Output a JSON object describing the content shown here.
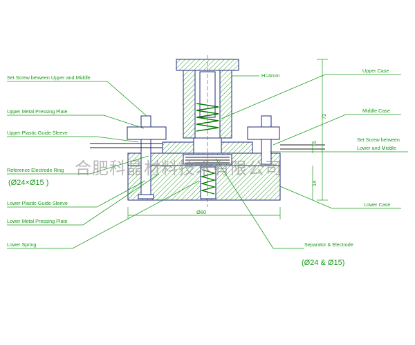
{
  "labels": {
    "set_screw_upper_middle": "Set Screw between Upper and Middle",
    "upper_metal_plate": "Upper Metal Pressing Plate",
    "upper_plastic_sleeve": "Upper Plastic Guide Sleeve",
    "reference_ring": "Reference Electrode Ring",
    "reference_ring_dims": "(Ø24×Ø15  )",
    "lower_plastic_sleeve": "Lower Plastic Guide Sleeve",
    "lower_metal_plate": "Lower Metal Pressing Plate",
    "lower_spring": "Lower Spring",
    "upper_case": "Upper Case",
    "middle_case": "Middle Case",
    "set_screw_lower_middle_1": "Set Screw between",
    "set_screw_lower_middle_2": "Lower and Middle",
    "lower_case": "Lower Case",
    "separator_electrode": "Separator & Electrode",
    "separator_dims": "(Ø24 & Ø15)"
  },
  "dimensions": {
    "h": "H=4mm",
    "d72": "72",
    "d10": "10",
    "d14": "14",
    "d80": "Ø80"
  },
  "watermark": "合肥科晶材料技术有限公司",
  "colors": {
    "label_green": "#1a9a1a",
    "outline_blue": "#1e2a78",
    "hatch_green": "#2e9e2e"
  }
}
